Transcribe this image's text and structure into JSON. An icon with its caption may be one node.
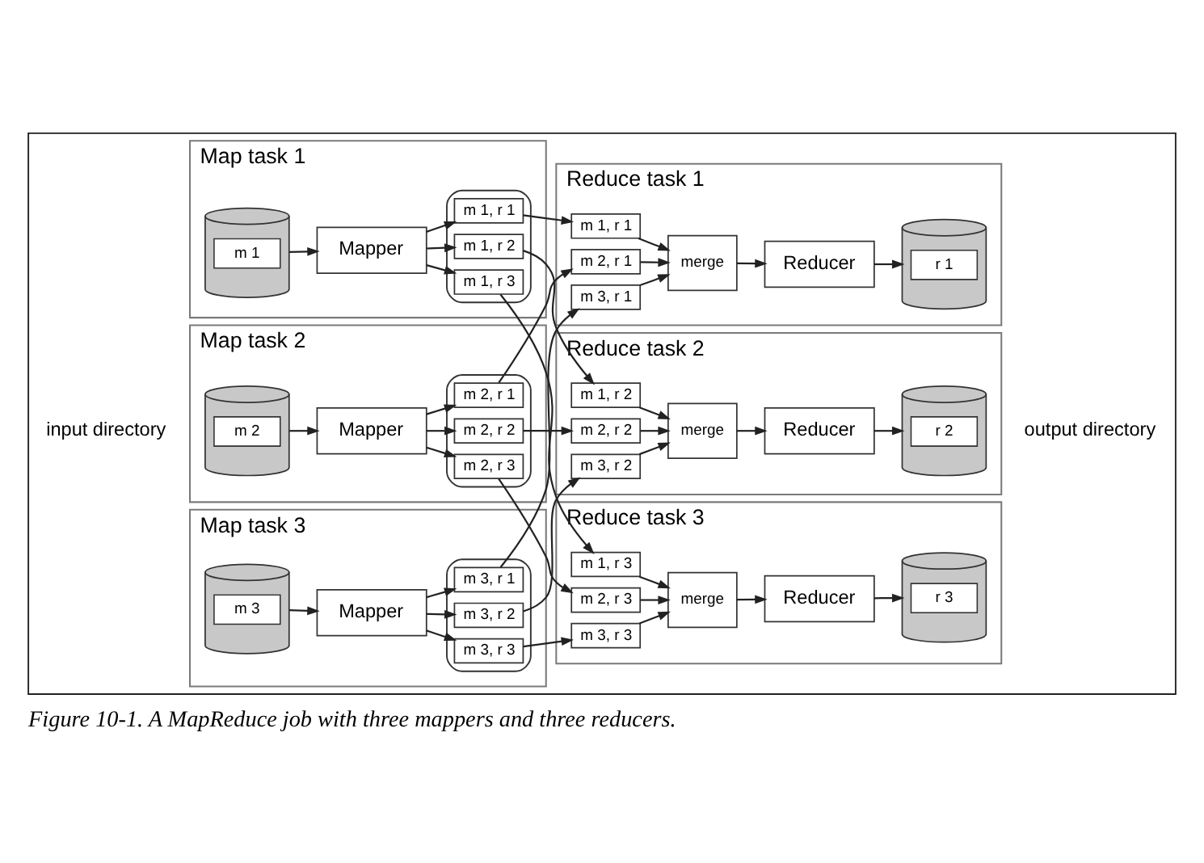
{
  "diagram": {
    "caption": "Figure 10-1. A MapReduce job with three mappers and three reducers.",
    "nodes": [
      {
        "text": [],
        "shape": "box"
      },
      {
        "text": [
          "Map task 1"
        ],
        "in": 0
      },
      {
        "text": [
          "m 1"
        ],
        "in": 1
      },
      {
        "text": [
          "Mapper"
        ],
        "in": 1
      },
      {
        "text": [],
        "shape": "cylinder",
        "in": 1
      },
      {
        "text": [
          "m 1, r 1"
        ],
        "in": 4
      },
      {
        "text": [
          "m 1, r 2"
        ],
        "in": 4
      },
      {
        "text": [
          "m 1, r 3"
        ],
        "in": 4
      },
      {
        "text": [
          "Map task 2"
        ],
        "in": 0
      },
      {
        "text": [
          "m 2"
        ],
        "in": 8
      },
      {
        "text": [
          "Mapper"
        ],
        "in": 8
      },
      {
        "text": [],
        "shape": "cylinder",
        "in": 8
      },
      {
        "text": [
          "m 2, r 1"
        ],
        "in": 11
      },
      {
        "text": [
          "m 2, r 2"
        ],
        "in": 11
      },
      {
        "text": [
          "m 2, r 3"
        ],
        "in": 11
      },
      {
        "text": [
          "Map task 3"
        ],
        "in": 0
      },
      {
        "text": [
          "m 3"
        ],
        "in": 15
      },
      {
        "text": [
          "Mapper"
        ],
        "in": 15
      },
      {
        "text": [],
        "shape": "cylinder",
        "in": 15
      },
      {
        "text": [
          "m 3, r 1"
        ],
        "in": 18
      },
      {
        "text": [
          "m 3, r 2"
        ],
        "in": 18
      },
      {
        "text": [
          "m 3, r 3"
        ],
        "in": 18
      },
      {
        "text": [
          "Reduce task 1"
        ],
        "in": 0
      },
      {
        "text": [
          "m 1, r 1"
        ],
        "in": 22
      },
      {
        "text": [
          "m 2, r 1"
        ],
        "in": 22
      },
      {
        "text": [
          "m 3, r 1"
        ],
        "in": 22
      },
      {
        "text": [
          "merge"
        ],
        "in": 22
      },
      {
        "text": [
          "Reducer"
        ],
        "in": 22
      },
      {
        "text": [
          "r 1"
        ],
        "in": 22
      },
      {
        "text": [
          "Reduce task 2"
        ],
        "in": 0
      },
      {
        "text": [
          "m 1, r 2"
        ],
        "in": 29
      },
      {
        "text": [
          "m 2, r 2"
        ],
        "in": 29
      },
      {
        "text": [
          "m 3, r 2"
        ],
        "in": 29
      },
      {
        "text": [
          "merge"
        ],
        "in": 29
      },
      {
        "text": [
          "Reducer"
        ],
        "in": 29
      },
      {
        "text": [
          "r 2"
        ],
        "in": 29
      },
      {
        "text": [
          "Reduce task 3"
        ],
        "in": 0
      },
      {
        "text": [
          "m 1, r 3"
        ],
        "in": 36
      },
      {
        "text": [
          "m 2, r 3"
        ],
        "in": 36
      },
      {
        "text": [
          "m 3, r 3"
        ],
        "in": 36
      },
      {
        "text": [
          "merge"
        ],
        "in": 36
      },
      {
        "text": [
          "Reducer"
        ],
        "in": 36
      },
      {
        "text": [
          "r 3"
        ],
        "in": 36
      }
    ],
    "edges": [
      {
        "from": 2,
        "to": 3,
        "arrow": "to"
      },
      {
        "from": 3,
        "to": 5,
        "arrow": "to"
      },
      {
        "from": 3,
        "to": 6,
        "arrow": "to"
      },
      {
        "from": 3,
        "to": 7,
        "arrow": "to"
      },
      {
        "from": 9,
        "to": 10,
        "arrow": "to"
      },
      {
        "from": 10,
        "to": 12,
        "arrow": "to"
      },
      {
        "from": 10,
        "to": 13,
        "arrow": "to"
      },
      {
        "from": 10,
        "to": 14,
        "arrow": "to"
      },
      {
        "from": 16,
        "to": 17,
        "arrow": "to"
      },
      {
        "from": 17,
        "to": 19,
        "arrow": "to"
      },
      {
        "from": 17,
        "to": 20,
        "arrow": "to"
      },
      {
        "from": 17,
        "to": 21,
        "arrow": "to"
      },
      {
        "from": 5,
        "to": 23,
        "arrow": "to"
      },
      {
        "from": 6,
        "to": 30,
        "arrow": "to"
      },
      {
        "from": 7,
        "to": 37,
        "arrow": "to"
      },
      {
        "from": 12,
        "to": 24,
        "arrow": "to"
      },
      {
        "from": 13,
        "to": 31,
        "arrow": "to"
      },
      {
        "from": 14,
        "to": 38,
        "arrow": "to"
      },
      {
        "from": 19,
        "to": 25,
        "arrow": "to"
      },
      {
        "from": 20,
        "to": 32,
        "arrow": "to"
      },
      {
        "from": 21,
        "to": 39,
        "arrow": "to"
      },
      {
        "from": 23,
        "to": 26,
        "arrow": "to"
      },
      {
        "from": 24,
        "to": 26,
        "arrow": "to"
      },
      {
        "from": 25,
        "to": 26,
        "arrow": "to"
      },
      {
        "from": 26,
        "to": 27,
        "arrow": "to"
      },
      {
        "from": 27,
        "to": 28,
        "arrow": "to"
      },
      {
        "from": 30,
        "to": 33,
        "arrow": "to"
      },
      {
        "from": 31,
        "to": 33,
        "arrow": "to"
      },
      {
        "from": 32,
        "to": 33,
        "arrow": "to"
      },
      {
        "from": 33,
        "to": 34,
        "arrow": "to"
      },
      {
        "from": 34,
        "to": 35,
        "arrow": "to"
      },
      {
        "from": 37,
        "to": 40,
        "arrow": "to"
      },
      {
        "from": 38,
        "to": 40,
        "arrow": "to"
      },
      {
        "from": 39,
        "to": 40,
        "arrow": "to"
      },
      {
        "from": 40,
        "to": 41,
        "arrow": "to"
      },
      {
        "from": 41,
        "to": 42,
        "arrow": "to"
      }
    ],
    "labels": [
      "input directory",
      "output directory"
    ]
  }
}
